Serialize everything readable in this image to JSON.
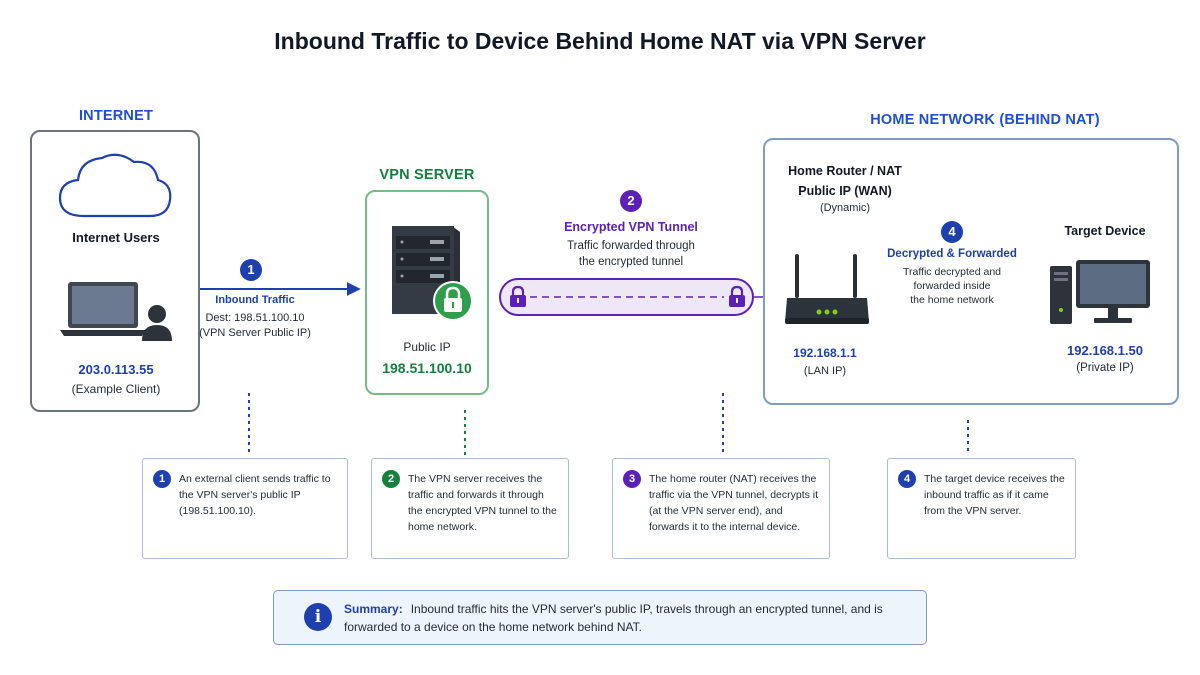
{
  "title": "Inbound Traffic to Device Behind Home NAT via VPN Server",
  "internet": {
    "section_label": "INTERNET",
    "users_label": "Internet Users",
    "client_ip": "203.0.113.55",
    "client_note": "(Example Client)"
  },
  "vpn_server": {
    "section_label": "VPN SERVER",
    "public_ip_label": "Public IP",
    "public_ip": "198.51.100.10"
  },
  "step1": {
    "number": "1",
    "title": "Inbound Traffic",
    "dest": "Dest: 198.51.100.10",
    "dest_note": "(VPN Server Public IP)"
  },
  "step2": {
    "number": "2",
    "title": "Encrypted VPN Tunnel",
    "line1": "Traffic forwarded through",
    "line2": "the encrypted tunnel"
  },
  "home": {
    "section_label": "HOME NETWORK (BEHIND NAT)",
    "router_title": "Home Router / NAT",
    "router_wan": "Public IP (WAN)",
    "router_wan_note": "(Dynamic)",
    "router_ip": "192.168.1.1",
    "router_ip_note": "(LAN IP)",
    "target_label": "Target Device",
    "target_ip": "192.168.1.50",
    "target_ip_note": "(Private IP)"
  },
  "step4": {
    "number": "4",
    "title": "Decrypted & Forwarded",
    "line1": "Traffic decrypted and",
    "line2": "forwarded inside",
    "line3": "the home network"
  },
  "notes": [
    {
      "number": "1",
      "text": "An external client sends traffic to the VPN server's public IP (198.51.100.10)."
    },
    {
      "number": "2",
      "text": "The VPN server receives the traffic and forwards it through the encrypted VPN tunnel to the home network."
    },
    {
      "number": "3",
      "text": "The home router (NAT) receives the traffic via the VPN tunnel, decrypts it (at the VPN server end), and forwards it to the internal device."
    },
    {
      "number": "4",
      "text": "The target device receives the inbound traffic as if it came from the VPN server."
    }
  ],
  "summary": {
    "label": "Summary:",
    "text": "Inbound traffic hits the VPN server's public IP, travels through an encrypted tunnel, and is forwarded to a device on the home network behind NAT."
  },
  "colors": {
    "blue": "#1e40af",
    "green": "#15803d",
    "purple": "#5b21b6",
    "tunnel_fill": "#ede7f6"
  },
  "icons": [
    "cloud-icon",
    "laptop-icon",
    "user-icon",
    "server-icon",
    "padlock-icon",
    "router-icon",
    "desktop-icon",
    "info-icon"
  ]
}
